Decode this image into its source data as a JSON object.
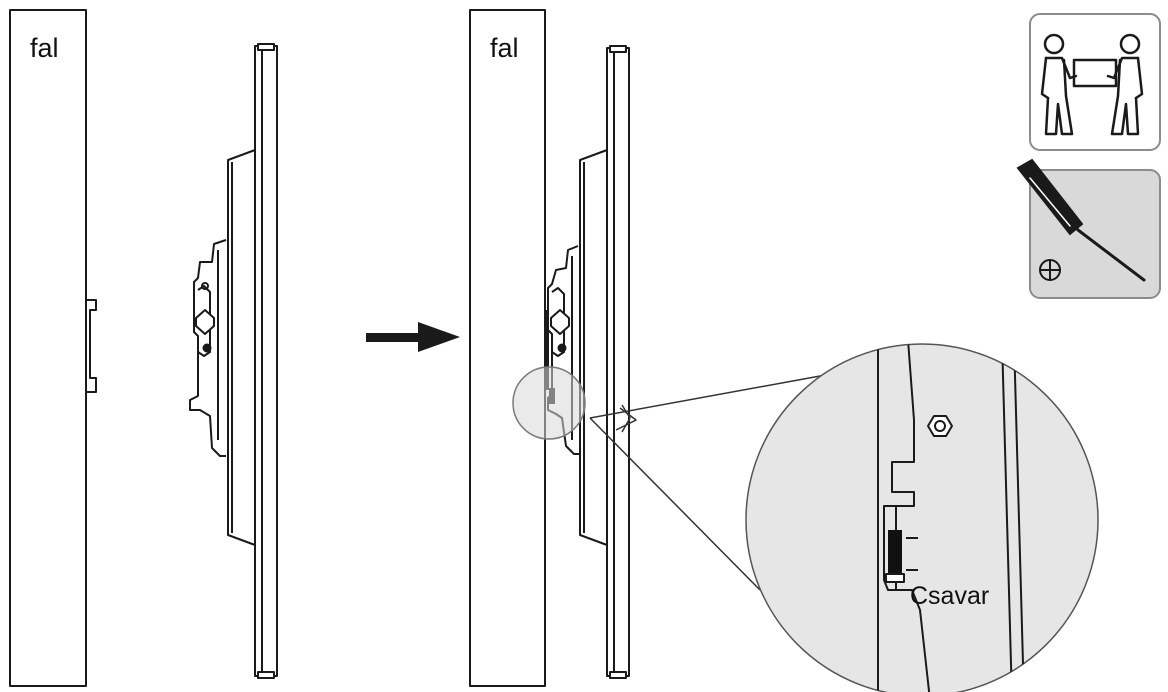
{
  "diagram": {
    "step_before": {
      "wall_label": "fal"
    },
    "step_after": {
      "wall_label": "fal"
    },
    "detail": {
      "screw_label": "Csavar"
    },
    "icons": {
      "two_person": "two-person-lift-icon",
      "screwdriver": "phillips-screwdriver-icon"
    },
    "colors": {
      "line": "#1a1a1a",
      "tile_gray": "#d9d9d9",
      "tile_border": "#8c8c8c",
      "zoom_fill": "#e6e6e6"
    }
  }
}
